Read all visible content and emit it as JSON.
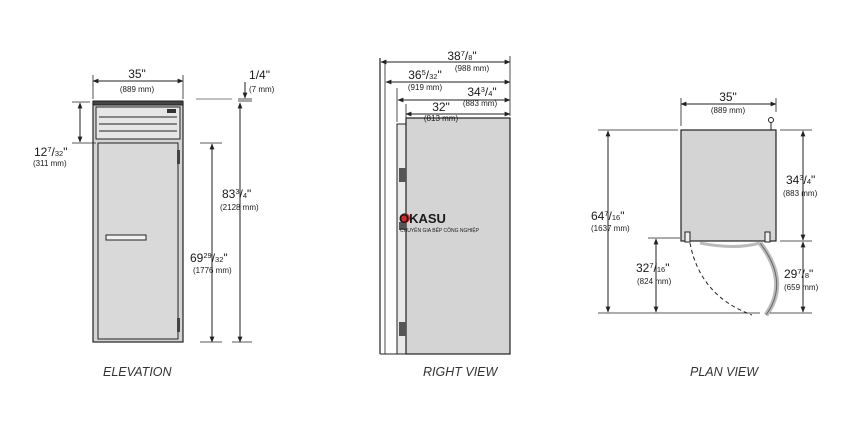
{
  "diagram": {
    "views": {
      "elevation": {
        "caption": "ELEVATION",
        "width": {
          "whole": "35",
          "frac_num": "",
          "frac_den": "",
          "unit": "\"",
          "metric": "(889 mm)"
        },
        "top_gap": {
          "whole": "",
          "frac_num": "1",
          "frac_den": "4",
          "unit": "\"",
          "metric": "(7 mm)"
        },
        "top_offset": {
          "whole": "12",
          "frac_num": "7",
          "frac_den": "32",
          "unit": "\"",
          "metric": "(311 mm)"
        },
        "overall_height": {
          "whole": "83",
          "frac_num": "3",
          "frac_den": "4",
          "unit": "\"",
          "metric": "(2128 mm)"
        },
        "door_height": {
          "whole": "69",
          "frac_num": "29",
          "frac_den": "32",
          "unit": "\"",
          "metric": "(1776 mm)"
        }
      },
      "right_view": {
        "caption": "RIGHT VIEW",
        "depth_overall": {
          "whole": "38",
          "frac_num": "7",
          "frac_den": "8",
          "unit": "\"",
          "metric": "(988 mm)"
        },
        "depth_2": {
          "whole": "36",
          "frac_num": "5",
          "frac_den": "32",
          "unit": "\"",
          "metric": "(919 mm)"
        },
        "depth_3": {
          "whole": "34",
          "frac_num": "3",
          "frac_den": "4",
          "unit": "\"",
          "metric": "(883 mm)"
        },
        "depth_body": {
          "whole": "32",
          "frac_num": "",
          "frac_den": "",
          "unit": "\"",
          "metric": "(813 mm)"
        }
      },
      "plan_view": {
        "caption": "PLAN VIEW",
        "width": {
          "whole": "35",
          "frac_num": "",
          "frac_den": "",
          "unit": "\"",
          "metric": "(889 mm)"
        },
        "total_depth": {
          "whole": "64",
          "frac_num": "7",
          "frac_den": "16",
          "unit": "\"",
          "metric": "(1637 mm)"
        },
        "door_swing": {
          "whole": "32",
          "frac_num": "7",
          "frac_den": "16",
          "unit": "\"",
          "metric": "(824 mm)"
        },
        "body_depth": {
          "whole": "34",
          "frac_num": "3",
          "frac_den": "4",
          "unit": "\"",
          "metric": "(883 mm)"
        },
        "door_clearance": {
          "whole": "29",
          "frac_num": "7",
          "frac_den": "8",
          "unit": "\"",
          "metric": "(659 mm)"
        }
      }
    },
    "watermark": {
      "brand": "OKASU",
      "sub": "CHUYÊN GIA BẾP CÔNG NGHIỆP",
      "accent": "#d62828"
    },
    "colors": {
      "line": "#222222",
      "body_fill": "#d4d4d4"
    }
  }
}
